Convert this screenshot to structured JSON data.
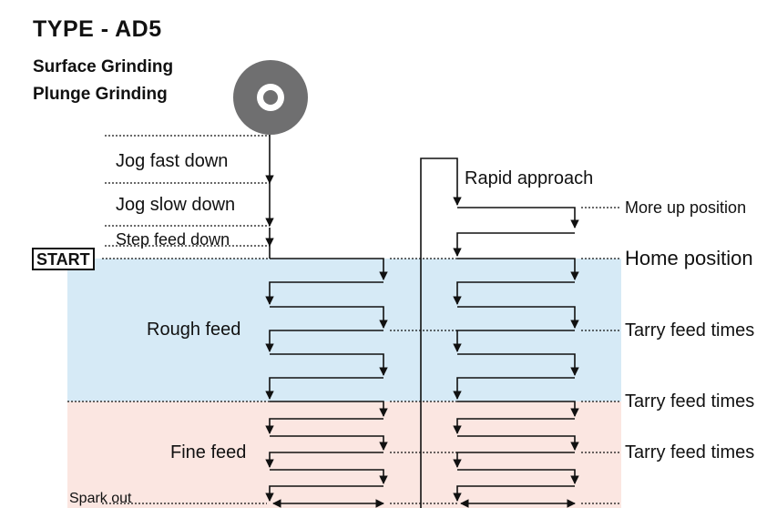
{
  "title": "TYPE - AD5",
  "subtitle_lines": [
    "Surface Grinding",
    "Plunge  Grinding"
  ],
  "start_label": "START",
  "left_labels": {
    "jog_fast": "Jog  fast  down",
    "jog_slow": "Jog  slow  down",
    "step_feed": "Step feed down",
    "rough_feed": "Rough feed",
    "fine_feed": "Fine feed",
    "spark_out": "Spark out"
  },
  "right_labels": {
    "rapid_approach": "Rapid approach",
    "more_up": "More up position",
    "home": "Home position",
    "tarry1": "Tarry feed times",
    "tarry2": "Tarry feed times",
    "tarry3": "Tarry feed times"
  },
  "colors": {
    "rough_zone": "#d6eaf6",
    "fine_zone": "#fbe6e1",
    "wheel": "#6f6f70",
    "line": "#111111"
  },
  "icons": {
    "wheel": "grinding-wheel-icon"
  }
}
